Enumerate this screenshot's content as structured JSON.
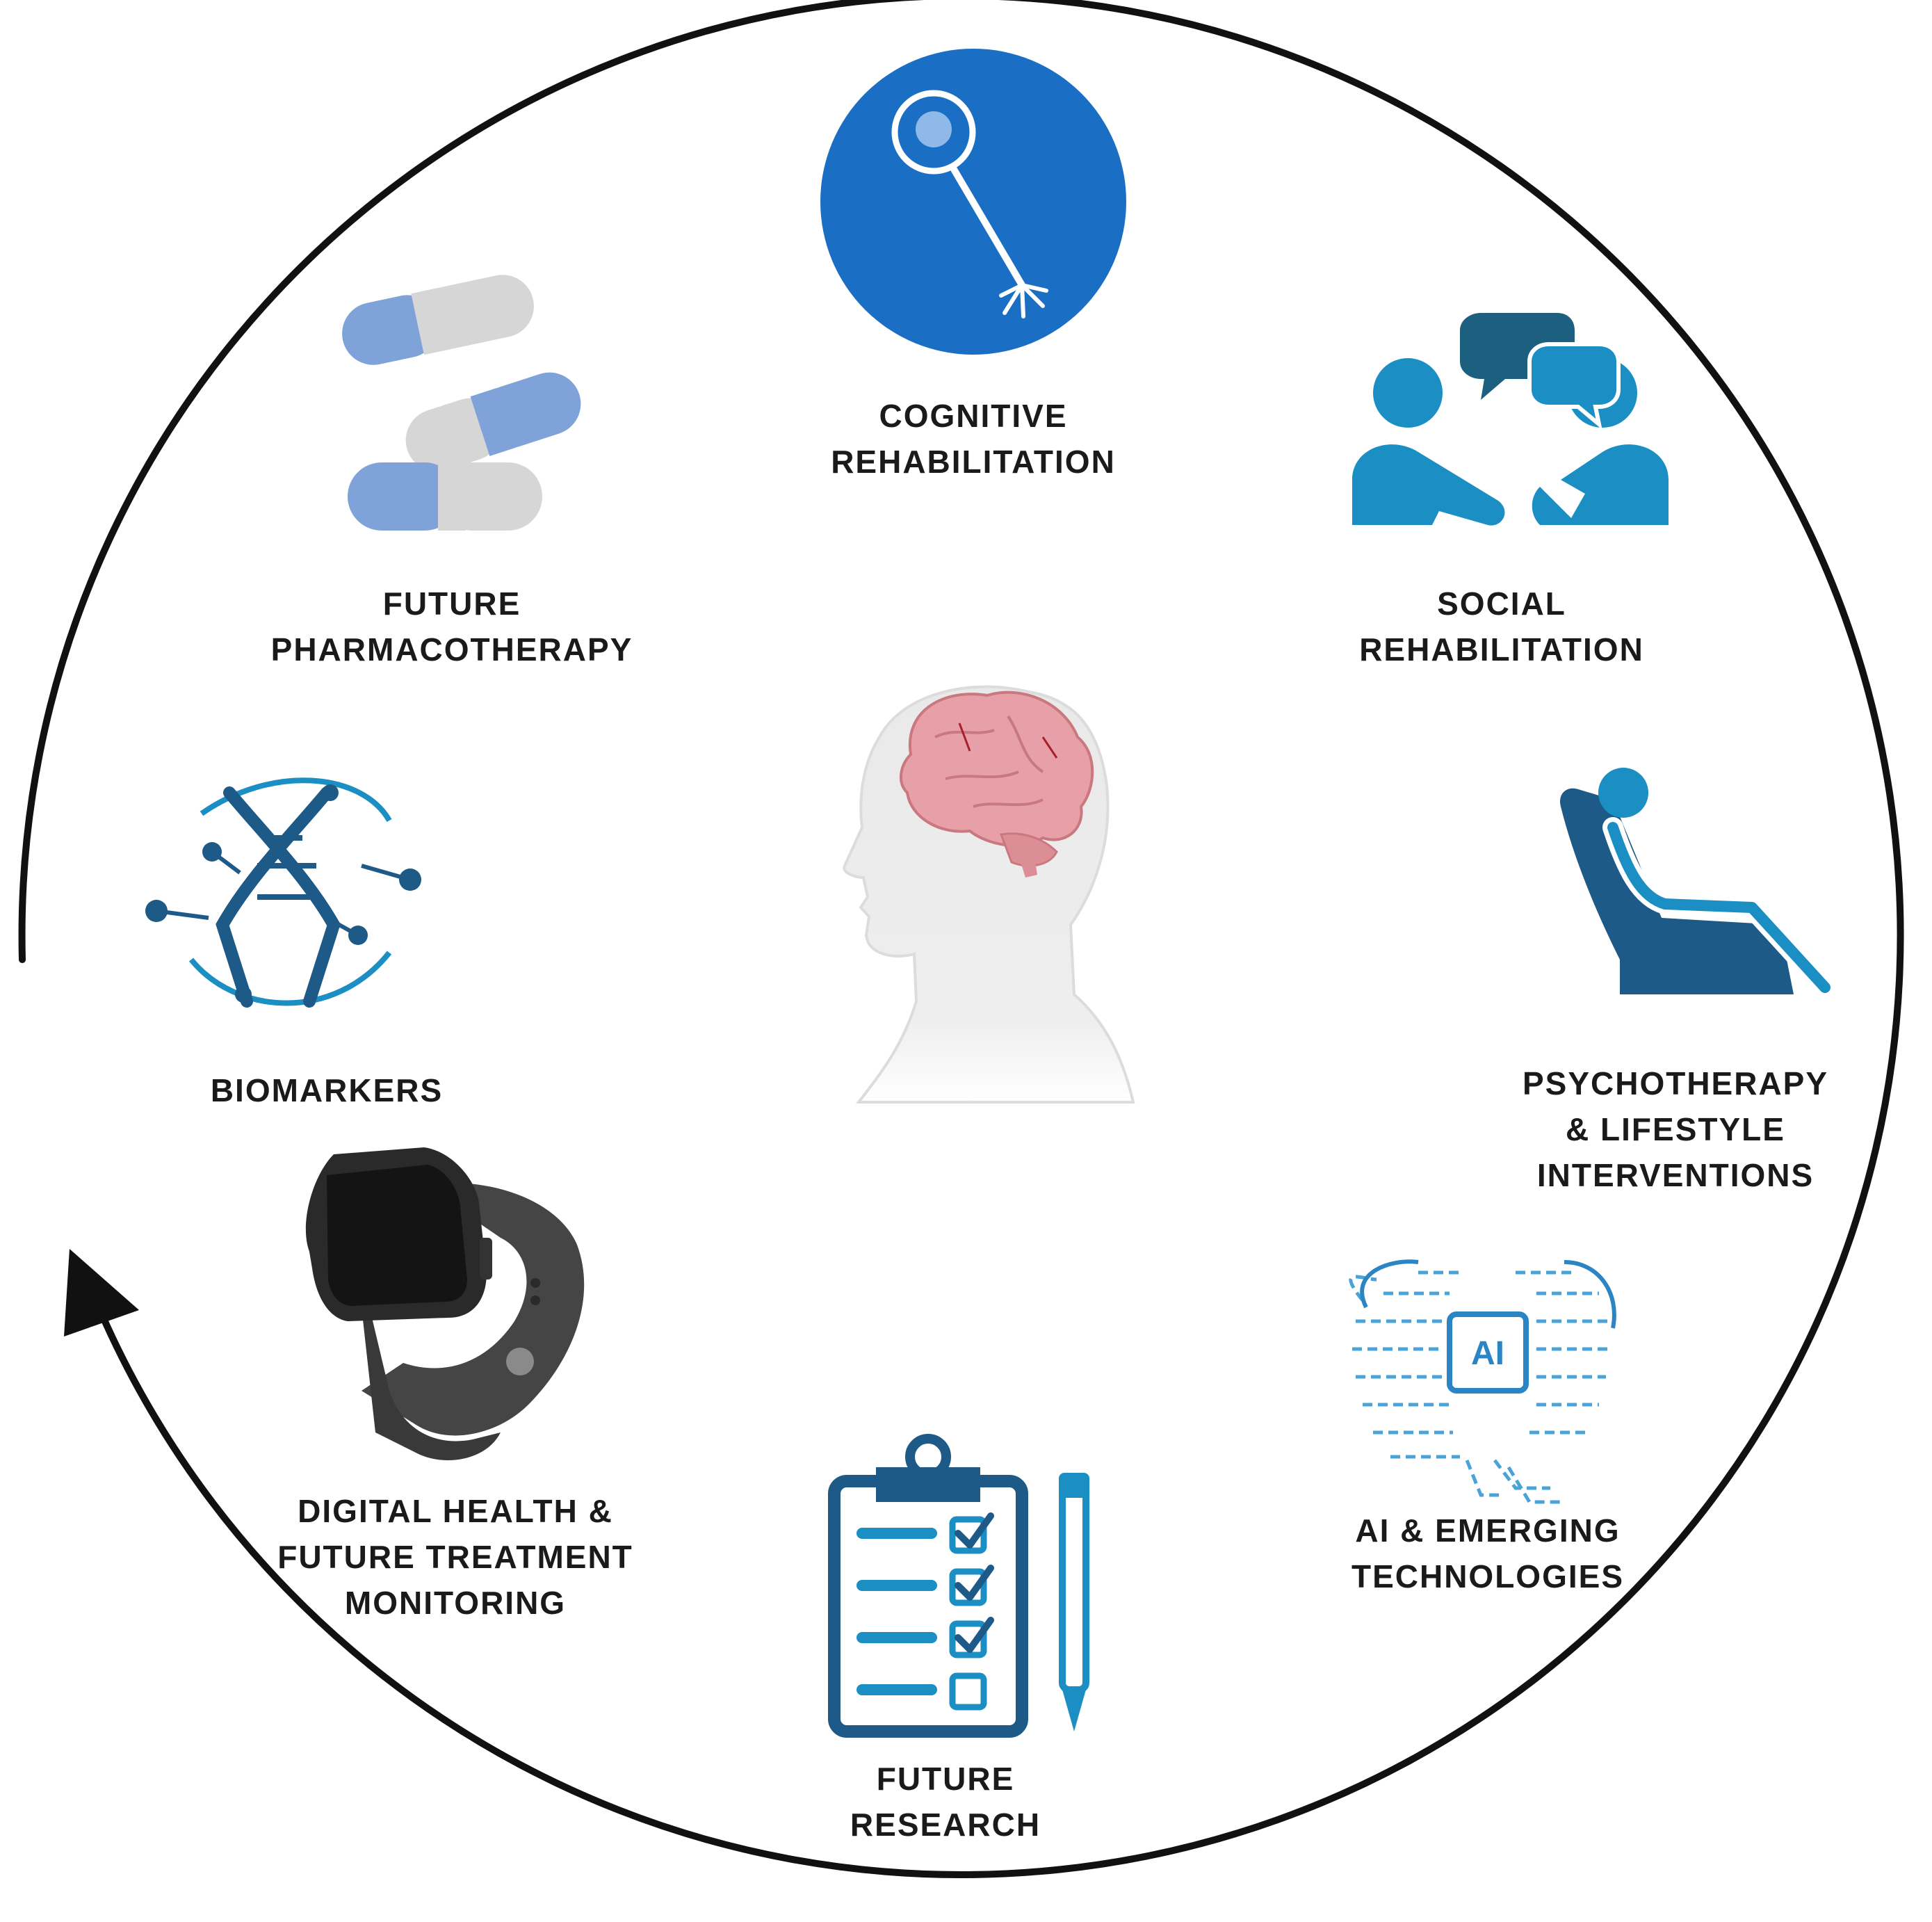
{
  "colors": {
    "ring": "#111111",
    "blue_primary": "#1a6fc4",
    "teal_blue": "#1b8fc4",
    "dark_teal": "#1c5f7e",
    "navy": "#1d5a87",
    "pill_blue": "#7fa2d9",
    "pill_grey": "#d6d6d6",
    "brain_pink": "#e8a0a8",
    "watch_grey": "#3c3c3c",
    "ai_blue": "#4aa3d8"
  },
  "center": {
    "icon": "human-head-brain-icon"
  },
  "nodes": [
    {
      "id": "cognitive",
      "icon": "neuron-icon",
      "lines": [
        "COGNITIVE",
        "REHABILITATION"
      ]
    },
    {
      "id": "social",
      "icon": "conversation-people-icon",
      "lines": [
        "SOCIAL",
        "REHABILITATION"
      ]
    },
    {
      "id": "psychotherapy",
      "icon": "reclining-person-icon",
      "lines": [
        "PSYCHOTHERAPY",
        "& LIFESTYLE",
        "INTERVENTIONS"
      ]
    },
    {
      "id": "ai",
      "icon": "ai-circuit-brain-icon",
      "icon_text": "AI",
      "lines": [
        "AI & EMERGING",
        "TECHNOLOGIES"
      ]
    },
    {
      "id": "research",
      "icon": "clipboard-checklist-icon",
      "lines": [
        "FUTURE",
        "RESEARCH"
      ]
    },
    {
      "id": "digital",
      "icon": "smartwatch-icon",
      "lines": [
        "DIGITAL HEALTH &",
        "FUTURE TREATMENT",
        "MONITORING"
      ]
    },
    {
      "id": "biomarkers",
      "icon": "dna-helix-icon",
      "lines": [
        "BIOMARKERS"
      ]
    },
    {
      "id": "pharmacotherapy",
      "icon": "capsule-pills-icon",
      "lines": [
        "FUTURE",
        "PHARMACOTHERAPY"
      ]
    }
  ]
}
